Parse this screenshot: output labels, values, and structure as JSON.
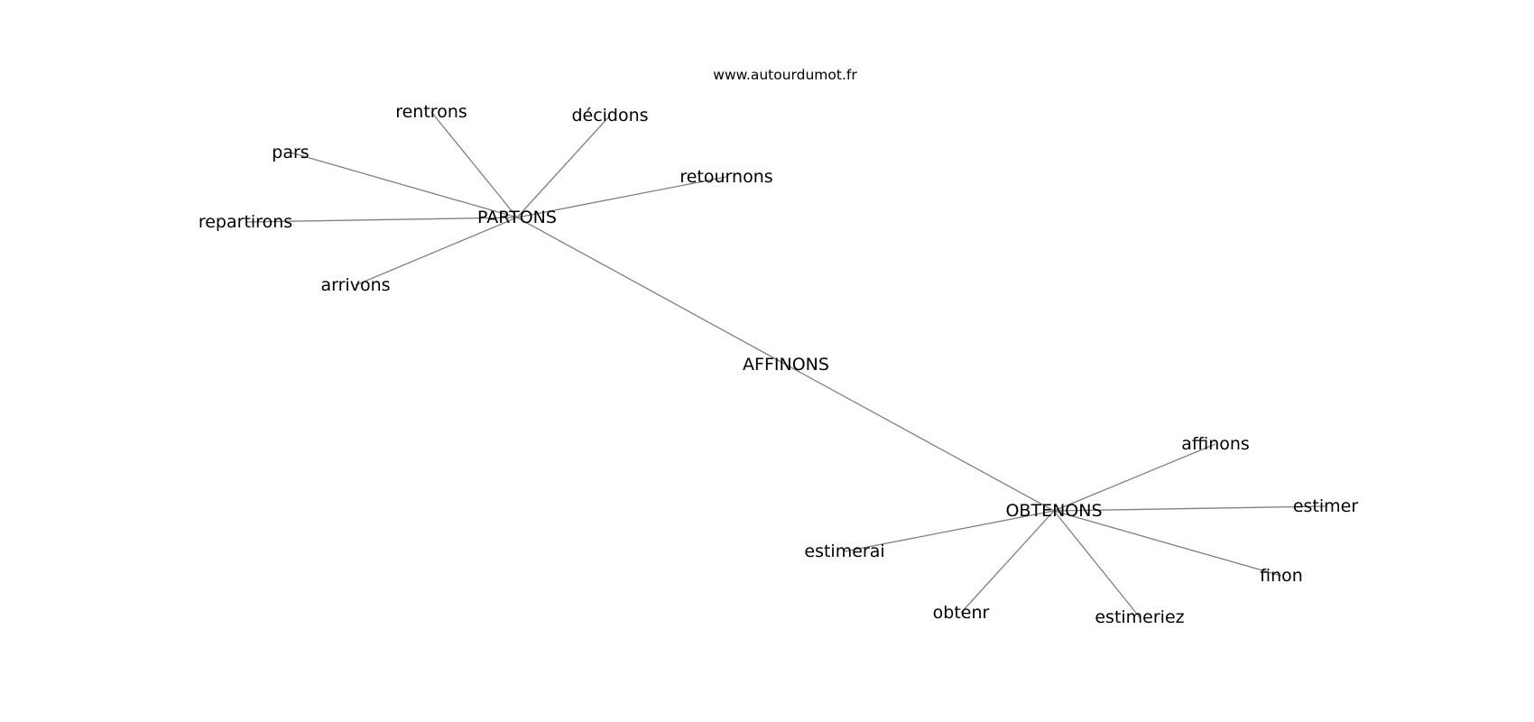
{
  "watermark": "www.autourdumot.fr",
  "graph": {
    "center": "AFFINONS",
    "hubs": [
      "PARTONS",
      "OBTENONS"
    ],
    "nodes": [
      {
        "id": "affinons-center",
        "label": "AFFINONS"
      },
      {
        "id": "partons",
        "label": "PARTONS"
      },
      {
        "id": "obtenons",
        "label": "OBTENONS"
      },
      {
        "id": "rentrons",
        "label": "rentrons"
      },
      {
        "id": "decidons",
        "label": "décidons"
      },
      {
        "id": "pars",
        "label": "pars"
      },
      {
        "id": "retournons",
        "label": "retournons"
      },
      {
        "id": "repartirons",
        "label": "repartirons"
      },
      {
        "id": "arrivons",
        "label": "arrivons"
      },
      {
        "id": "affinons",
        "label": "affinons"
      },
      {
        "id": "estimer",
        "label": "estimer"
      },
      {
        "id": "estimerai",
        "label": "estimerai"
      },
      {
        "id": "finon",
        "label": "finon"
      },
      {
        "id": "obtenr",
        "label": "obtenr"
      },
      {
        "id": "estimeriez",
        "label": "estimeriez"
      }
    ],
    "edges": [
      [
        "partons",
        "affinons-center"
      ],
      [
        "affinons-center",
        "obtenons"
      ],
      [
        "partons",
        "rentrons"
      ],
      [
        "partons",
        "decidons"
      ],
      [
        "partons",
        "pars"
      ],
      [
        "partons",
        "retournons"
      ],
      [
        "partons",
        "repartirons"
      ],
      [
        "partons",
        "arrivons"
      ],
      [
        "obtenons",
        "affinons"
      ],
      [
        "obtenons",
        "estimer"
      ],
      [
        "obtenons",
        "estimerai"
      ],
      [
        "obtenons",
        "finon"
      ],
      [
        "obtenons",
        "obtenr"
      ],
      [
        "obtenons",
        "estimeriez"
      ]
    ]
  },
  "colors": {
    "edge": "#808080",
    "text": "#000000",
    "background": "#ffffff"
  }
}
